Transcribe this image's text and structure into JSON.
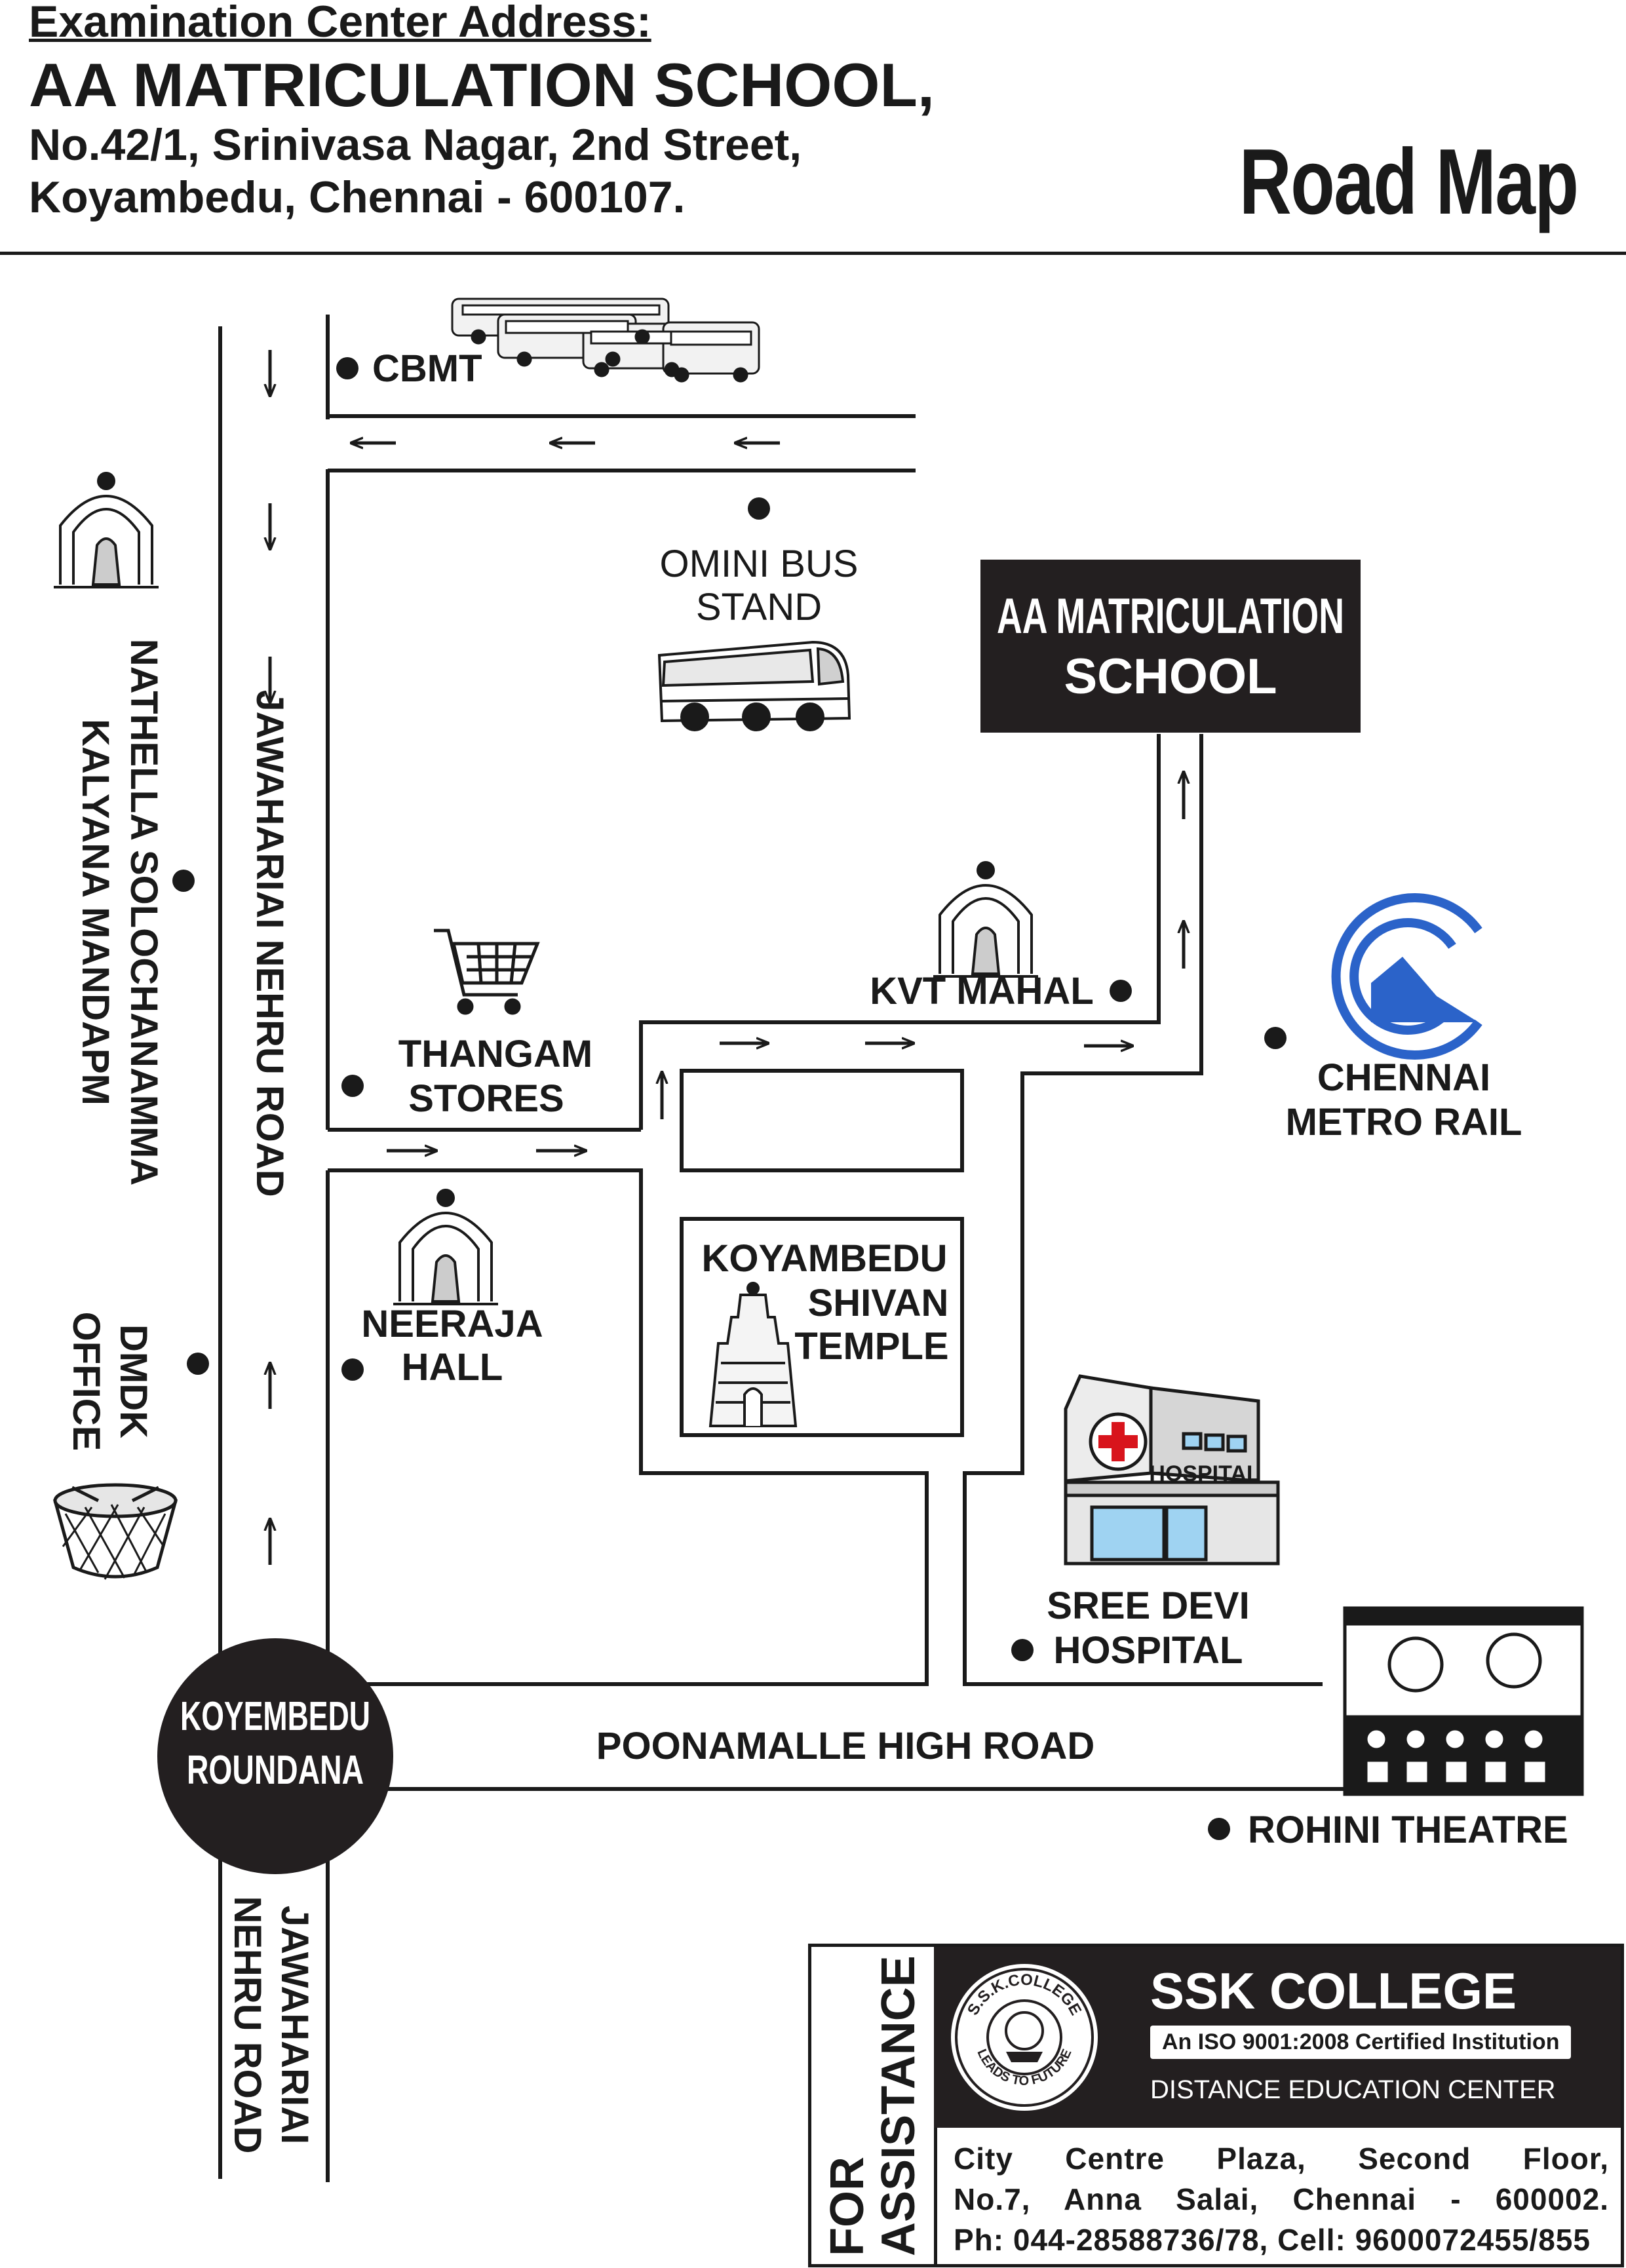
{
  "header": {
    "label": "Examination Center Address:",
    "name": "AA MATRICULATION SCHOOL,",
    "address_line1": "No.42/1, Srinivasa Nagar, 2nd Street,",
    "address_line2": "Koyambedu, Chennai - 600107.",
    "map_title": "Road Map"
  },
  "roads": {
    "jawaharlal_upper": "JAWAHARIAI NEHRU ROAD",
    "jawaharlal_lower_1": "JAWAHARIAI",
    "jawaharlal_lower_2": "NEHRU ROAD",
    "poonamalle": "POONAMALLE HIGH ROAD"
  },
  "landmarks": {
    "cbmt": "CBMT",
    "omini_1": "OMINI BUS",
    "omini_2": "STAND",
    "school_1": "AA MATRICULATION",
    "school_2": "SCHOOL",
    "kvt": "KVT MAHAL",
    "metro_1": "CHENNAI",
    "metro_2": "METRO RAIL",
    "thangam_1": "THANGAM",
    "thangam_2": "STORES",
    "neeraja_1": "NEERAJA",
    "neeraja_2": "HALL",
    "temple_1": "KOYAMBEDU",
    "temple_2": "SHIVAN",
    "temple_3": "TEMPLE",
    "hospital_sign": "HOSPITAL",
    "hospital_1": "SREE DEVI",
    "hospital_2": "HOSPITAL",
    "roundana_1": "KOYEMBEDU",
    "roundana_2": "ROUNDANA",
    "rohini": "ROHINI THEATRE",
    "nathella_1": "NATHELLA SOLOCHANAMMA",
    "nathella_2": "KALYANA MANDAPM",
    "dmdk_1": "DMDK",
    "dmdk_2": "OFFICE"
  },
  "assistance": {
    "side_label_1": "FOR",
    "side_label_2": "ASSISTANCE",
    "college": "SSK COLLEGE",
    "reg_mark": "®",
    "iso": "An ISO 9001:2008 Certified Institution",
    "department": "DISTANCE EDUCATION CENTER",
    "seal_text_top": "S.S.K.COLLEGE",
    "seal_text_bottom": "LEADS TO FUTURE",
    "address_line1": "City Centre Plaza, Second Floor,",
    "address_line2": "No.7, Anna Salai, Chennai - 600002.",
    "phone_line": "Ph: 044-28588736/78, Cell: 9600072455/855"
  },
  "colors": {
    "ink": "#1a1a1a",
    "dark_panel": "#231f20",
    "metro_blue": "#2b63c9",
    "hospital_red": "#d8141c",
    "hospital_glass": "#9fd3f2"
  },
  "icons": [
    "bus-fleet-icon",
    "bus-icon",
    "mandapam-icon",
    "shopping-cart-icon",
    "metro-logo-icon",
    "temple-gopuram-icon",
    "hospital-building-icon",
    "theatre-icon",
    "drum-icon",
    "college-seal-icon"
  ]
}
